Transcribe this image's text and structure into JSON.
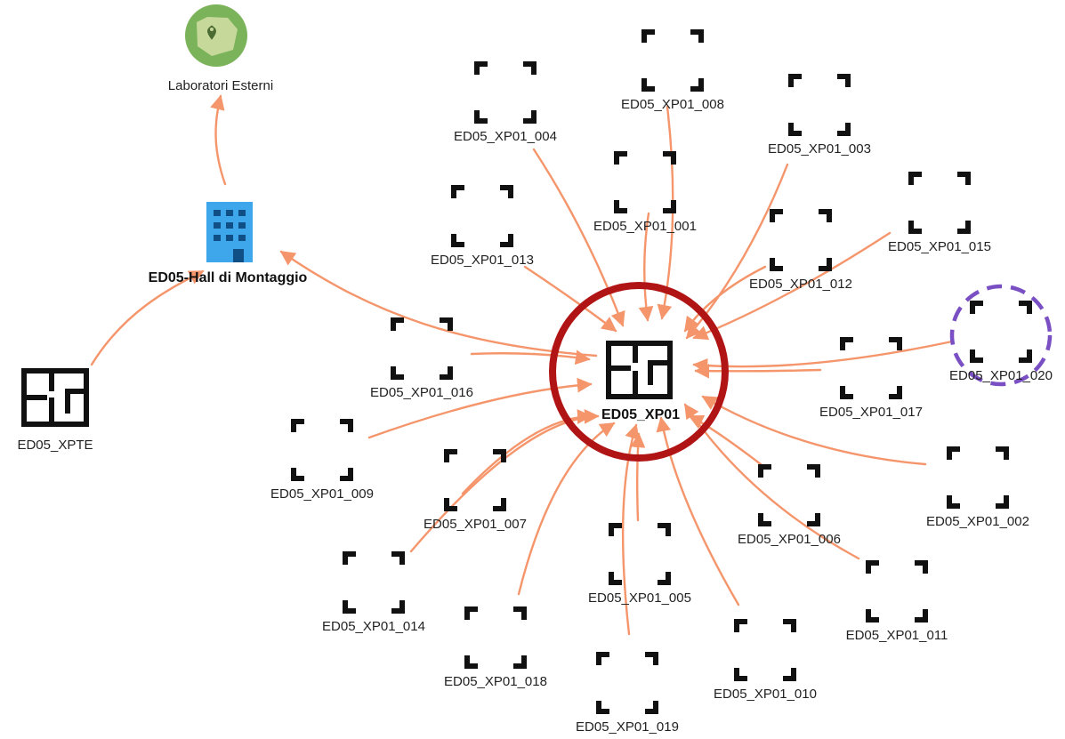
{
  "graph": {
    "hub": {
      "id": "hub",
      "label": "ED05_XP01"
    },
    "hall": {
      "id": "hall",
      "label": "ED05-Hall di Montaggio"
    },
    "lab": {
      "id": "lab",
      "label": "Laboratori Esterni"
    },
    "xpte": {
      "id": "xpte",
      "label": "ED05_XPTE"
    },
    "rooms": [
      {
        "id": "r001",
        "label": "ED05_XP01_001"
      },
      {
        "id": "r002",
        "label": "ED05_XP01_002"
      },
      {
        "id": "r003",
        "label": "ED05_XP01_003"
      },
      {
        "id": "r004",
        "label": "ED05_XP01_004"
      },
      {
        "id": "r005",
        "label": "ED05_XP01_005"
      },
      {
        "id": "r006",
        "label": "ED05_XP01_006"
      },
      {
        "id": "r007",
        "label": "ED05_XP01_007"
      },
      {
        "id": "r008",
        "label": "ED05_XP01_008"
      },
      {
        "id": "r009",
        "label": "ED05_XP01_009"
      },
      {
        "id": "r010",
        "label": "ED05_XP01_010"
      },
      {
        "id": "r011",
        "label": "ED05_XP01_011"
      },
      {
        "id": "r012",
        "label": "ED05_XP01_012"
      },
      {
        "id": "r013",
        "label": "ED05_XP01_013"
      },
      {
        "id": "r014",
        "label": "ED05_XP01_014"
      },
      {
        "id": "r015",
        "label": "ED05_XP01_015"
      },
      {
        "id": "r016",
        "label": "ED05_XP01_016"
      },
      {
        "id": "r017",
        "label": "ED05_XP01_017"
      },
      {
        "id": "r018",
        "label": "ED05_XP01_018"
      },
      {
        "id": "r019",
        "label": "ED05_XP01_019"
      },
      {
        "id": "r020",
        "label": "ED05_XP01_020"
      }
    ],
    "edges": [
      [
        "xpte",
        "hall"
      ],
      [
        "hall",
        "lab"
      ],
      [
        "hub",
        "hall"
      ],
      [
        "r001",
        "hub"
      ],
      [
        "r002",
        "hub"
      ],
      [
        "r003",
        "hub"
      ],
      [
        "r004",
        "hub"
      ],
      [
        "r005",
        "hub"
      ],
      [
        "r006",
        "hub"
      ],
      [
        "r007",
        "hub"
      ],
      [
        "r008",
        "hub"
      ],
      [
        "r009",
        "hub"
      ],
      [
        "r010",
        "hub"
      ],
      [
        "r011",
        "hub"
      ],
      [
        "r012",
        "hub"
      ],
      [
        "r013",
        "hub"
      ],
      [
        "r014",
        "hub"
      ],
      [
        "r015",
        "hub"
      ],
      [
        "r016",
        "hub"
      ],
      [
        "r017",
        "hub"
      ],
      [
        "r018",
        "hub"
      ],
      [
        "r019",
        "hub"
      ],
      [
        "r020",
        "hub"
      ]
    ],
    "highlighted_node": "hub",
    "selected_node": "r020",
    "icons": {
      "room": "room-placeholder-icon",
      "floor": "floor-plan-icon",
      "building": "building-icon",
      "location": "map-location-icon"
    }
  },
  "colors": {
    "edge": "#f5956b",
    "highlight_ring": "#b01414",
    "selection_ring": "#7a4fc4",
    "building": "#3ea6ea",
    "location_bg": "#7bb35a",
    "location_inner": "#c7d89b"
  }
}
